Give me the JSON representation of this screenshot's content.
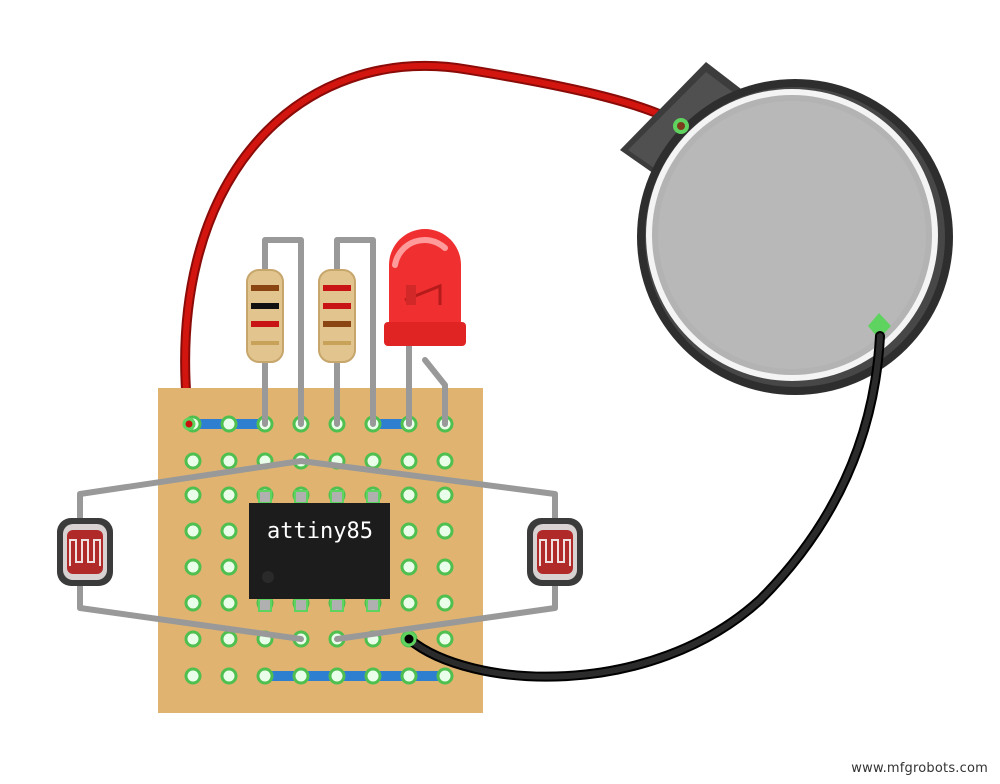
{
  "diagram": {
    "chip_label": "attiny85",
    "watermark": "www.mfgrobots.com"
  },
  "components": {
    "microcontroller": "attiny85-dip8-chip",
    "led": "red-led",
    "resistors": [
      "resistor-brown-black-red",
      "resistor-red-red-brown"
    ],
    "sensors": [
      "photoresistor-left",
      "photoresistor-right"
    ],
    "battery": "coin-cell-battery-holder",
    "board": "stripboard",
    "wires": [
      "red-wire",
      "black-wire"
    ]
  },
  "colors": {
    "board": "#e0b470",
    "hole_fill": "#eaffea",
    "hole_ring": "#4fbf4f",
    "trace": "#2f7fd0",
    "jumper": "#9a9a9a",
    "red_wire": "#c9120e",
    "black_wire": "#151515",
    "chip_body": "#1c1c1c",
    "led_red": "#f03030",
    "battery_face": "#b5b5b5",
    "battery_rim": "#3a3a3a"
  }
}
